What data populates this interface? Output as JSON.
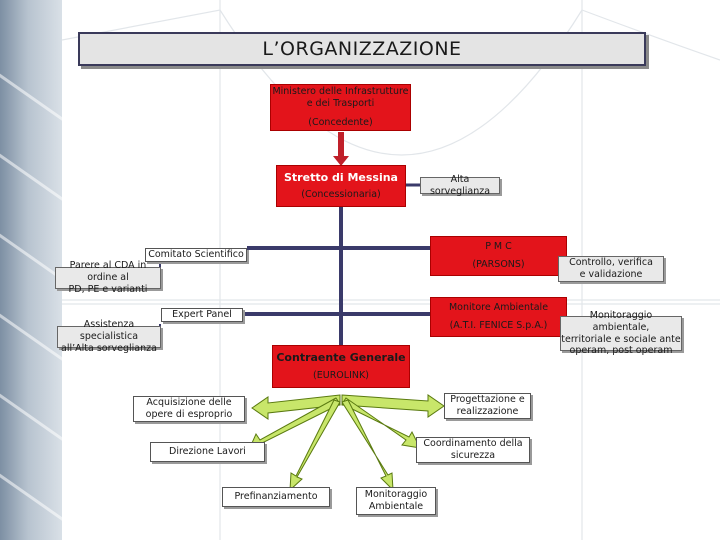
{
  "title": "L’ORGANIZZAZIONE",
  "ministero": {
    "line1": "Ministero delle Infrastrutture",
    "line2": "e dei Trasporti",
    "role": "(Concedente)"
  },
  "stretto": {
    "name": "Stretto di Messina",
    "role": "(Concessionaria)"
  },
  "alta_sorveglianza": "Alta sorveglianza",
  "pmc": {
    "name": "P M C",
    "sub": "(PARSONS)"
  },
  "comitato": "Comitato Scientifico",
  "parere": {
    "line1": "Parere al CDA in ordine al",
    "line2": "PD, PE e varianti"
  },
  "controllo": {
    "line1": "Controllo, verifica",
    "line2": "e validazione"
  },
  "monitore": {
    "name": "Monitore Ambientale",
    "sub": "(A.T.I. FENICE S.p.A.)"
  },
  "expert": "Expert Panel",
  "assistenza": {
    "line1": "Assistenza specialistica",
    "line2": "all’Alta sorveglianza"
  },
  "monitoraggio_terr": {
    "line1": "Monitoraggio ambientale,",
    "line2": "territoriale e sociale ante",
    "line3": "operam, post operam"
  },
  "contraente": {
    "name": "Contraente Generale",
    "sub": "(EUROLINK)"
  },
  "acquisizione": {
    "line1": "Acquisizione delle",
    "line2": "opere di esproprio"
  },
  "progettazione": {
    "line1": "Progettazione e",
    "line2": "realizzazione"
  },
  "direzione": "Direzione Lavori",
  "coordinamento": {
    "line1": "Coordinamento della",
    "line2": "sicurezza"
  },
  "prefinanziamento": "Prefinanziamento",
  "monitoraggio_amb": {
    "line1": "Monitoraggio",
    "line2": "Ambientale"
  },
  "colors": {
    "red": "#e3141b",
    "navy": "#3a3a6a",
    "arrow_red": "#c0202a",
    "arrow_green": "#c8e66a"
  }
}
